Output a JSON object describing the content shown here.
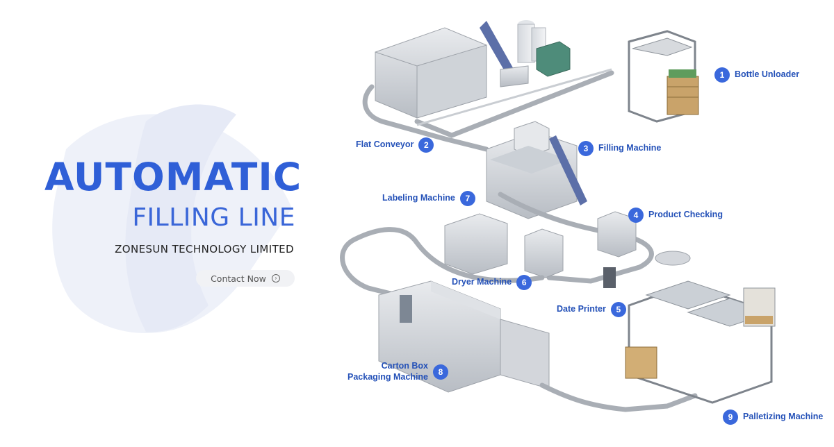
{
  "hero": {
    "title": "AUTOMATIC",
    "subtitle": "FILLING LINE",
    "company": "ZONESUN TECHNOLOGY LIMITED",
    "cta_label": "Contact Now",
    "cta_icon": "chevron-right-circle-icon"
  },
  "colors": {
    "accent": "#2f5fd7",
    "badge": "#3a68dc",
    "label_text": "#2451b8",
    "background_shape": "#eef1f9"
  },
  "stations": [
    {
      "number": "1",
      "label": "Bottle Unloader"
    },
    {
      "number": "2",
      "label": "Flat Conveyor"
    },
    {
      "number": "3",
      "label": "Filling Machine"
    },
    {
      "number": "4",
      "label": "Product Checking"
    },
    {
      "number": "5",
      "label": "Date Printer"
    },
    {
      "number": "6",
      "label": "Dryer Machine"
    },
    {
      "number": "7",
      "label": "Labeling Machine"
    },
    {
      "number": "8",
      "label_line1": "Carton Box",
      "label_line2": "Packaging Machine"
    },
    {
      "number": "9",
      "label": "Palletizing Machine"
    }
  ]
}
